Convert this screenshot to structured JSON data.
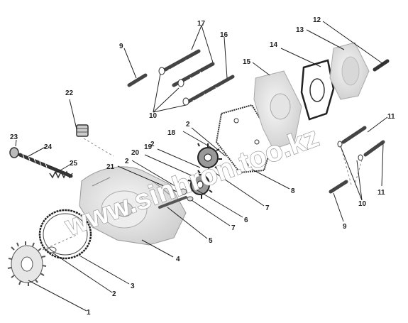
{
  "watermark": "www.sinhron.too.kz",
  "callouts": [
    "1",
    "2",
    "2",
    "2",
    "2",
    "3",
    "4",
    "5",
    "6",
    "7",
    "7",
    "8",
    "9",
    "9",
    "10",
    "10",
    "11",
    "11",
    "12",
    "13",
    "14",
    "15",
    "16",
    "17",
    "18",
    "19",
    "20",
    "21",
    "22",
    "23",
    "24",
    "25"
  ],
  "colors": {
    "line": "#222222",
    "part_fill": "#e9e9e9",
    "part_shade": "#cfcfcf",
    "watermark_stroke": "#9a9a9a"
  }
}
